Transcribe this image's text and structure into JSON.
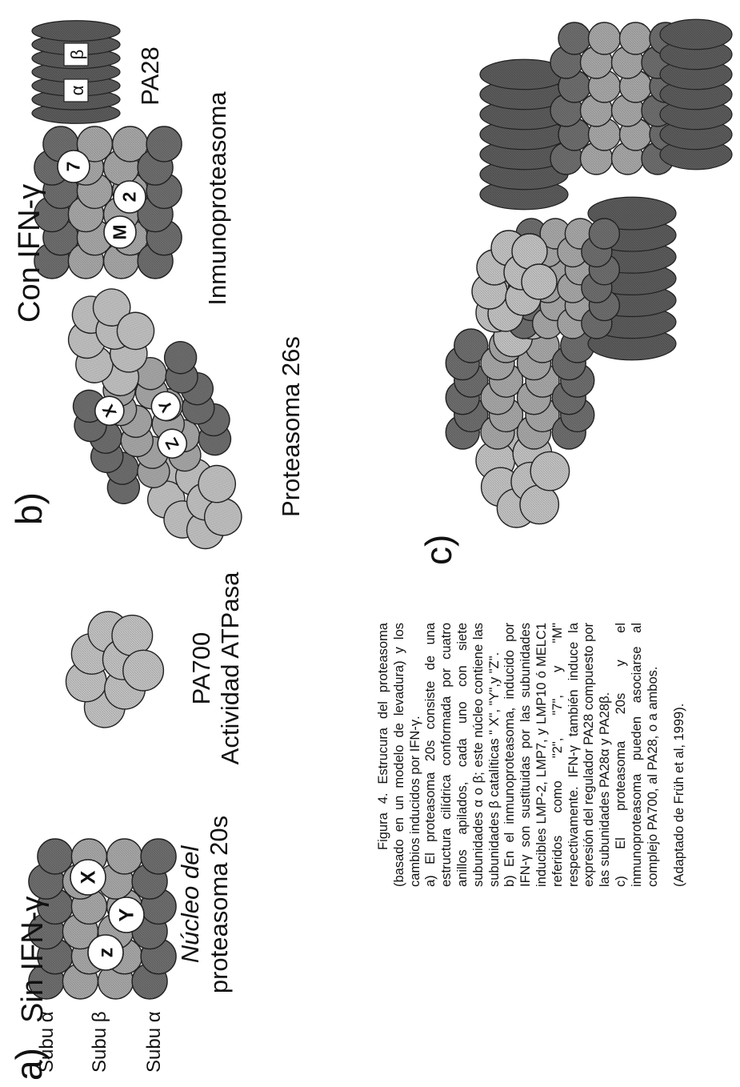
{
  "figure": {
    "panel_a": {
      "letter": "a)",
      "title": "Sin IFN-γ",
      "subunit_labels": [
        "Subu α",
        "Subu β",
        "Subu α"
      ],
      "core_markers": [
        "z",
        "Y",
        "X"
      ],
      "core_name_line1": "Núcleo del",
      "core_name_line2": "proteasoma 20s",
      "pa700_name": "PA700",
      "pa700_activity": "Actividad ATPasa"
    },
    "panel_b": {
      "letter": "b)",
      "title": "Con IFN-γ",
      "proteasome26s_label": "Proteasoma 26s",
      "proteasome26s_markers": [
        "Z",
        "Y",
        "X"
      ],
      "immunoproteasome_label": "Inmunoproteasoma",
      "immunoproteasome_markers": [
        "M",
        "2",
        "7"
      ],
      "pa28_label": "PA28",
      "pa28_subunits": [
        "α",
        "β"
      ]
    },
    "panel_c": {
      "letter": "c)"
    },
    "caption": {
      "line_1": "Figura 4. Estrucura del proteasoma (basado en un modelo de levadura) y los cambios inducidos por IFN-γ.",
      "line_2": "a) El proteasoma 20s consiste de una estructura cilídrica conformada por cuatro anillos apilados, cada uno con siete subunidades α o β; este núcleo contiene las subunidades β catalíticas \" X\", \"Y\",y \"Z\".",
      "line_3": "b) En el inmunoproteasoma, inducido por IFN-γ son sustituidas por las subunidades inducibles LMP-2, LMP7, y LMP10 ó MELC1 referidos como \"2\", \"7\", y \"M\" respectivamente. IFN-γ también induce la expresión del regulador PA28 compuesto por las subunidades PA28α y PA28β.",
      "line_4": "c) El proteasoma 20s y el inmunoproteasoma pueden asociarse al complejo PA700, al PA28, o a ambos.",
      "source": "(Adaptado de Früh et al, 1999)."
    },
    "colors": {
      "alpha_ring": "#6f6f6f",
      "beta_ring": "#a9a9a9",
      "pa700": "#c4c4c4",
      "pa28": "#5c5c5c",
      "marker": "#ffffff",
      "outline": "#222222"
    }
  }
}
